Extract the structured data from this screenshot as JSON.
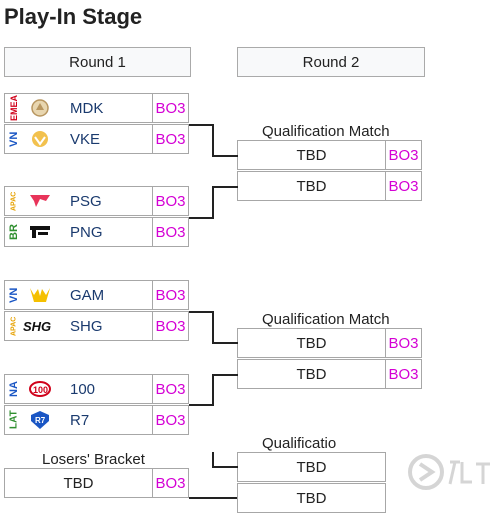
{
  "page": {
    "title": "Play-In Stage"
  },
  "rounds": [
    "Round 1",
    "Round 2"
  ],
  "bo": "BO3",
  "groups": [
    {
      "teams": [
        {
          "region": "EMEA",
          "region_color": "#d0021b",
          "logo": "mdk-logo",
          "name": "MDK"
        },
        {
          "region": "VN",
          "region_color": "#1a56c4",
          "logo": "vke-logo",
          "name": "VKE"
        }
      ]
    },
    {
      "teams": [
        {
          "region": "APAC",
          "region_color": "#e6a100",
          "logo": "psg-logo",
          "name": "PSG"
        },
        {
          "region": "BR",
          "region_color": "#2f8f2f",
          "logo": "png-logo",
          "name": "PNG"
        }
      ]
    },
    {
      "teams": [
        {
          "region": "VN",
          "region_color": "#1a56c4",
          "logo": "gam-logo",
          "name": "GAM"
        },
        {
          "region": "APAC",
          "region_color": "#e6a100",
          "logo": "shg-logo",
          "name": "SHG"
        }
      ]
    },
    {
      "teams": [
        {
          "region": "NA",
          "region_color": "#1a56c4",
          "logo": "100-logo",
          "name": "100"
        },
        {
          "region": "LAT",
          "region_color": "#2f8f2f",
          "logo": "r7-logo",
          "name": "R7"
        }
      ]
    }
  ],
  "round2": {
    "match1_label": "Qualification Match",
    "match2_label": "Qualification Match",
    "match3_label": "Qualificatio",
    "tbd": "TBD"
  },
  "losers": {
    "label": "Losers' Bracket",
    "tbd": "TBD"
  },
  "colors": {
    "bo3": "#d400d4",
    "team_text": "#1a3a6e"
  }
}
